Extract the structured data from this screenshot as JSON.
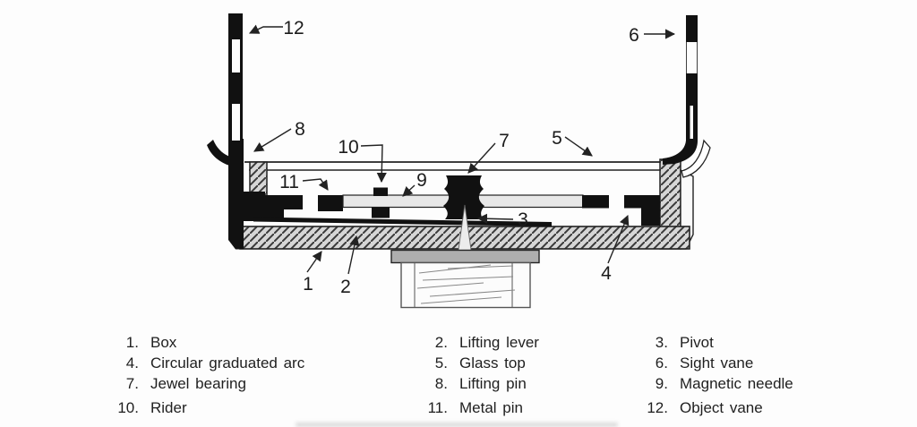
{
  "parts": [
    {
      "number": "1",
      "label": "Box"
    },
    {
      "number": "2",
      "label": "Lifting lever"
    },
    {
      "number": "3",
      "label": "Pivot"
    },
    {
      "number": "4",
      "label": "Circular graduated arc"
    },
    {
      "number": "5",
      "label": "Glass top"
    },
    {
      "number": "6",
      "label": "Sight vane"
    },
    {
      "number": "7",
      "label": "Jewel bearing"
    },
    {
      "number": "8",
      "label": "Lifting pin"
    },
    {
      "number": "9",
      "label": "Magnetic needle"
    },
    {
      "number": "10",
      "label": "Rider"
    },
    {
      "number": "11",
      "label": "Metal pin"
    },
    {
      "number": "12",
      "label": "Object vane"
    }
  ],
  "colors": {
    "ink": "#1b1b1b",
    "hatch_fill": "#d6d6d6",
    "hatch_line": "#3a3a3a",
    "needle_fill": "#e8e8e8",
    "pedestal_fill": "#aeaeae",
    "background": "#fdfdfd"
  }
}
